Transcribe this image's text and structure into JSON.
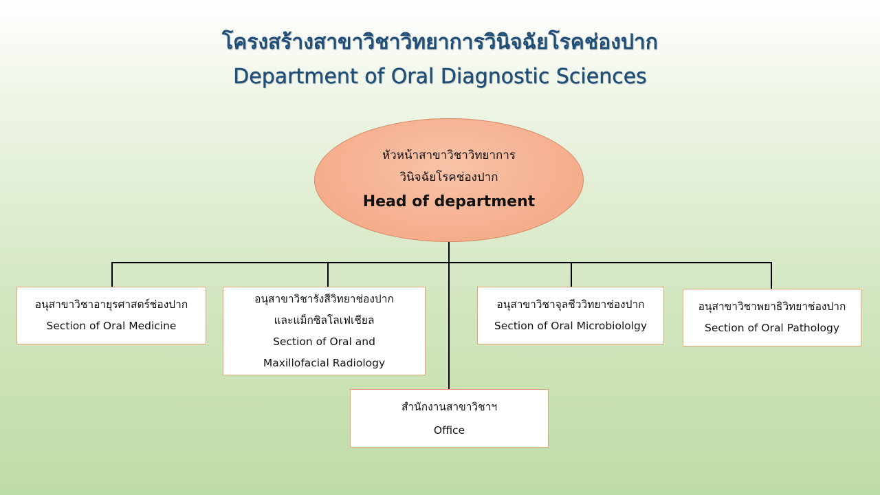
{
  "title": {
    "thai": "โครงสร้างสาขาวิชาวิทยาการวินิจฉัยโรคช่องปาก",
    "english": "Department of Oral Diagnostic Sciences"
  },
  "head": {
    "thai_line1": "หัวหน้าสาขาวิชาวิทยาการ",
    "thai_line2": "วินิจฉัยโรคช่องปาก",
    "english": "Head of department",
    "fill_color": "#f5ad8c"
  },
  "sections": [
    {
      "thai": "อนุสาขาวิชาอายุรศาสตร์ช่องปาก",
      "english": "Section of Oral Medicine"
    },
    {
      "thai_line1": "อนุสาขาวิชารังสีวิทยาช่องปาก",
      "thai_line2": "และแม็กซิลโลเฟเชียล",
      "english_line1": "Section of Oral and",
      "english_line2": "Maxillofacial Radiology"
    },
    {
      "thai": "อนุสาขาวิชาจุลชีววิทยาช่องปาก",
      "english": "Section of Oral Microbiololgy"
    },
    {
      "thai": "อนุสาขาวิชาพยาธิวิทยาช่องปาก",
      "english": "Section of Oral Pathology"
    }
  ],
  "office": {
    "thai": "สำนักงานสาขาวิชาฯ",
    "english": "Office"
  },
  "colors": {
    "title": "#1f4e79",
    "box_border": "#e0a676",
    "connector": "#000000"
  }
}
